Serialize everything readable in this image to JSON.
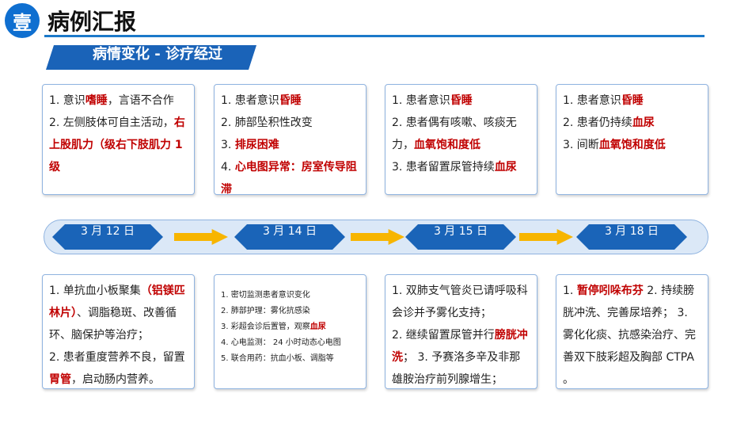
{
  "header": {
    "badge": "壹",
    "title": "病例汇报"
  },
  "banner": {
    "text": "病情变化 - 诊疗经过"
  },
  "top_cards": [
    {
      "lines": [
        [
          {
            "t": "1. 意识"
          },
          {
            "t": "嗜睡",
            "hl": true
          },
          {
            "t": "，言语不合作"
          }
        ],
        [
          {
            "t": "2. 左侧肢体可自主活动，"
          },
          {
            "t": "右上股肌力（级右下肢肌力 1 级",
            "hl": true
          }
        ]
      ]
    },
    {
      "lines": [
        [
          {
            "t": "1. 患者意识"
          },
          {
            "t": "昏睡",
            "hl": true
          }
        ],
        [
          {
            "t": "2. 肺部坠积性改变"
          }
        ],
        [
          {
            "t": "3. "
          },
          {
            "t": "排尿困难",
            "hl": true
          }
        ],
        [
          {
            "t": "4. "
          },
          {
            "t": "心电图异常：房室传导阻滞",
            "hl": true
          }
        ]
      ]
    },
    {
      "lines": [
        [
          {
            "t": "1. 患者意识"
          },
          {
            "t": "昏睡",
            "hl": true
          }
        ],
        [
          {
            "t": "2. 患者偶有咳嗽、咳痰无力，"
          },
          {
            "t": "血氧饱和度低",
            "hl": true
          }
        ],
        [
          {
            "t": "3. 患者留置尿管持续"
          },
          {
            "t": "血尿",
            "hl": true
          }
        ]
      ]
    },
    {
      "lines": [
        [
          {
            "t": "1. 患者意识"
          },
          {
            "t": "昏睡",
            "hl": true
          }
        ],
        [
          {
            "t": "2. 患者仍持续"
          },
          {
            "t": "血尿",
            "hl": true
          }
        ],
        [
          {
            "t": "3. 间断"
          },
          {
            "t": "血氧饱和度低",
            "hl": true
          }
        ]
      ]
    }
  ],
  "dates": [
    "3 月 12 日",
    "3 月 14 日",
    "3 月 15 日",
    "3 月 18 日"
  ],
  "bottom_cards": [
    {
      "lines": [
        [
          {
            "t": "1. 单抗血小板聚集"
          },
          {
            "t": "（铝镁匹林片）",
            "hl": true
          },
          {
            "t": "、调脂稳斑、改善循环、脑保护等治疗；"
          }
        ],
        [
          {
            "t": "2. 患者重度营养不良，留置"
          },
          {
            "t": "胃管",
            "hl": true
          },
          {
            "t": "，启动肠内营养。"
          }
        ]
      ]
    },
    {
      "lines": [
        [
          {
            "t": "1. 密切监测患者意识变化"
          }
        ],
        [
          {
            "t": "2. 肺部护理：雾化抗感染"
          }
        ],
        [
          {
            "t": "3. 彩超会诊后置管，观察"
          },
          {
            "t": "血尿",
            "hl": true
          }
        ],
        [
          {
            "t": "4. 心电监测： 24 小时动态心电图"
          }
        ],
        [
          {
            "t": "5. 联合用药：抗血小板、调脂等"
          }
        ]
      ]
    },
    {
      "lines": [
        [
          {
            "t": "1. 双肺支气管炎已请呼吸科会诊并予雾化支持；"
          }
        ],
        [
          {
            "t": "2. 继续留置尿管并行"
          },
          {
            "t": "膀胱冲洗",
            "hl": true
          },
          {
            "t": "； 3. 予赛洛多辛及非那雄胺治疗前列腺增生；"
          }
        ]
      ]
    },
    {
      "lines": [
        [
          {
            "t": "1. "
          },
          {
            "t": "暂停吲哚布芬",
            "hl": true
          },
          {
            "t": " 2. 持续膀胱冲洗、完善尿培养； 3. 雾化化痰、抗感染治疗、完善双下肢彩超及胸部 CTPA 。"
          }
        ]
      ]
    }
  ]
}
